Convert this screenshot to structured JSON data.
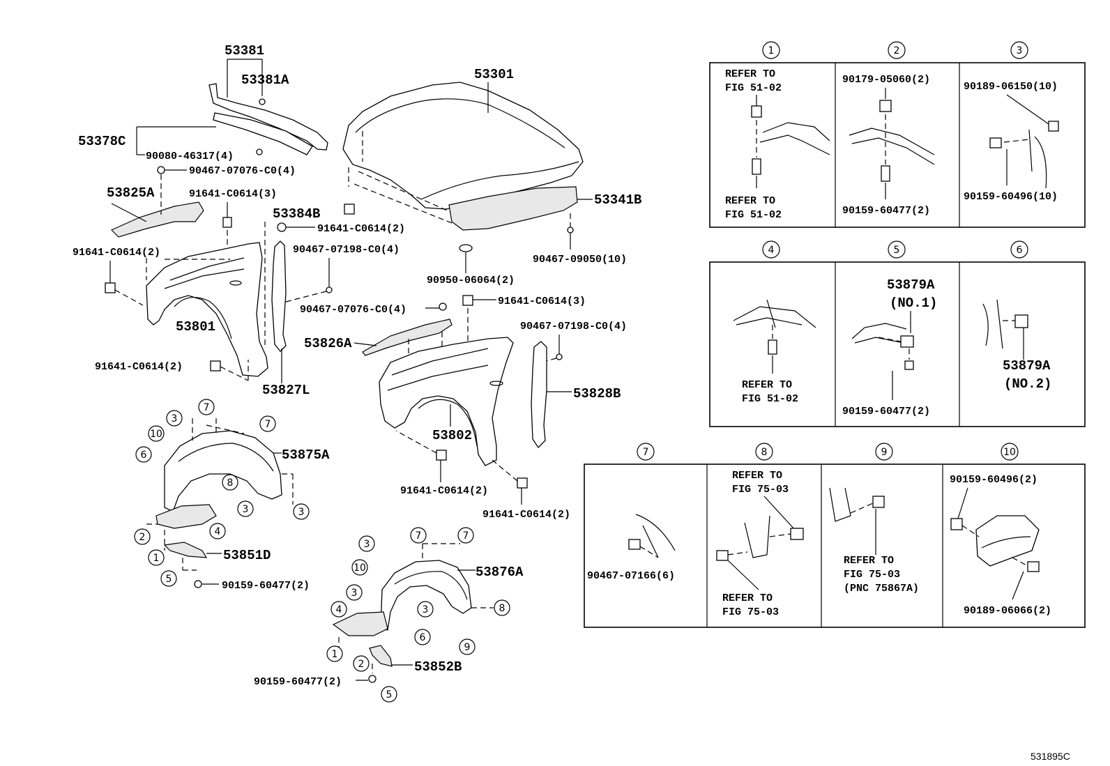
{
  "labels": {
    "p53381": "53381",
    "p53381A": "53381A",
    "p53378C": "53378C",
    "p90080": "90080-46317(4)",
    "p90467_07076_a": "90467-07076-C0(4)",
    "p53825A": "53825A",
    "p91641_3a": "91641-C0614(3)",
    "p53384B": "53384B",
    "p91641_2a": "91641-C0614(2)",
    "p91641_2b": "91641-C0614(2)",
    "p90467_07198_a": "90467-07198-C0(4)",
    "p90467_07076_b": "90467-07076-C0(4)",
    "p53801": "53801",
    "p91641_2c": "91641-C0614(2)",
    "p53827L": "53827L",
    "p53301": "53301",
    "p53341B": "53341B",
    "p90467_09050": "90467-09050(10)",
    "p90950": "90950-06064(2)",
    "p91641_3b": "91641-C0614(3)",
    "p90467_07198_b": "90467-07198-C0(4)",
    "p53826A": "53826A",
    "p53828B": "53828B",
    "p53802": "53802",
    "p91641_2d": "91641-C0614(2)",
    "p91641_2e": "91641-C0614(2)",
    "p53875A": "53875A",
    "p53851D": "53851D",
    "p90159_a": "90159-60477(2)",
    "p53876A": "53876A",
    "p53852B": "53852B",
    "p90159_b": "90159-60477(2)"
  },
  "details": {
    "d1": {
      "num": "1",
      "ref_top_1": "REFER TO",
      "ref_top_2": "FIG 51-02",
      "ref_bot_1": "REFER TO",
      "ref_bot_2": "FIG 51-02"
    },
    "d2": {
      "num": "2",
      "top": "90179-05060(2)",
      "bot": "90159-60477(2)"
    },
    "d3": {
      "num": "3",
      "top": "90189-06150(10)",
      "bot": "90159-60496(10)"
    },
    "d4": {
      "num": "4",
      "ref_1": "REFER TO",
      "ref_2": "FIG 51-02"
    },
    "d5": {
      "num": "5",
      "top_1": "53879A",
      "top_2": "(NO.1)",
      "bot": "90159-60477(2)"
    },
    "d6": {
      "num": "6",
      "lbl_1": "53879A",
      "lbl_2": "(NO.2)"
    },
    "d7": {
      "num": "7",
      "lbl": "90467-07166(6)"
    },
    "d8": {
      "num": "8",
      "ref_top_1": "REFER TO",
      "ref_top_2": "FIG 75-03",
      "ref_bot_1": "REFER TO",
      "ref_bot_2": "FIG 75-03"
    },
    "d9": {
      "num": "9",
      "ref_1": "REFER TO",
      "ref_2": "FIG 75-03",
      "ref_3": "(PNC 75867A)"
    },
    "d10": {
      "num": "10",
      "top": "90159-60496(2)",
      "bot": "90189-06066(2)"
    }
  },
  "callouts": {
    "c1": "1",
    "c2": "2",
    "c3": "3",
    "c4": "4",
    "c5": "5",
    "c6": "6",
    "c7": "7",
    "c8": "8",
    "c9": "9",
    "c10": "10"
  },
  "footer_code": "531895C"
}
